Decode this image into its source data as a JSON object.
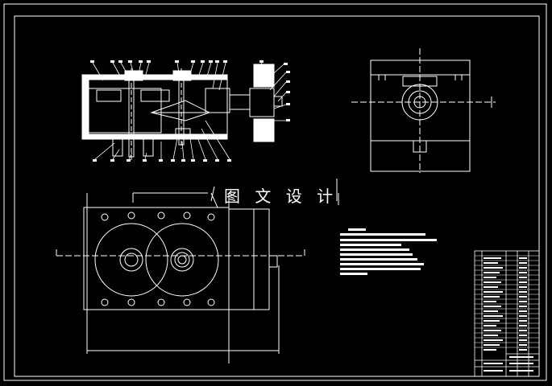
{
  "watermark": {
    "text": "图 文 设 计"
  },
  "colors": {
    "background": "#000000",
    "lines": "#ffffff",
    "tech_requirement_bars": "#ffffff"
  },
  "drawing": {
    "views": [
      "section-view",
      "side-view",
      "top-view"
    ],
    "tech_requirements_block": true,
    "title_block": true
  }
}
